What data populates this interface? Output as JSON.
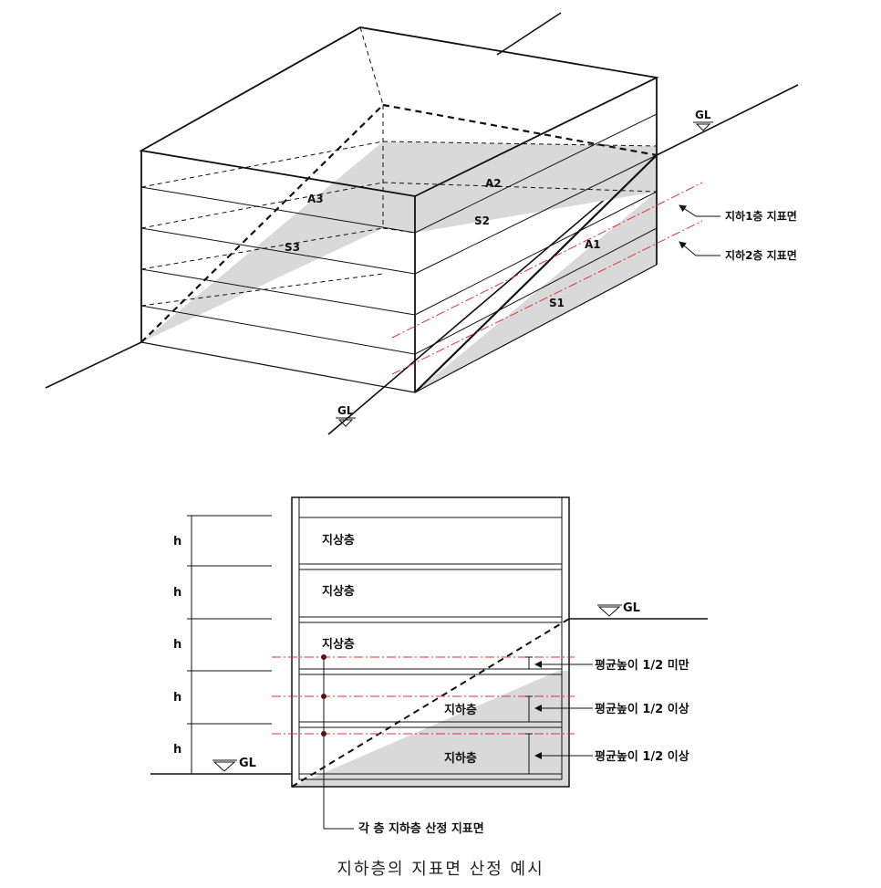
{
  "iso": {
    "gl_left": "GL",
    "gl_right": "GL",
    "A1": "A1",
    "A2": "A2",
    "A3": "A3",
    "S1": "S1",
    "S2": "S2",
    "S3": "S3",
    "callout_b1": "지하1층 지표면",
    "callout_b2": "지하2층 지표면"
  },
  "section": {
    "floor_h": [
      "h",
      "h",
      "h",
      "h",
      "h"
    ],
    "floors": [
      "지상층",
      "지상층",
      "지상층",
      "지하층",
      "지하층"
    ],
    "gl_left": "GL",
    "gl_right": "GL",
    "note1": "평균높이 1/2 미만",
    "note2": "평균높이 1/2 이상",
    "note3": "평균높이 1/2 이상",
    "bottom_callout": "각 층 지하층 산정 지표면"
  },
  "caption": "지하층의 지표면 산정 예시",
  "colors": {
    "fill": "#d9d9d9",
    "red": "#e0303a",
    "line": "#111111"
  }
}
